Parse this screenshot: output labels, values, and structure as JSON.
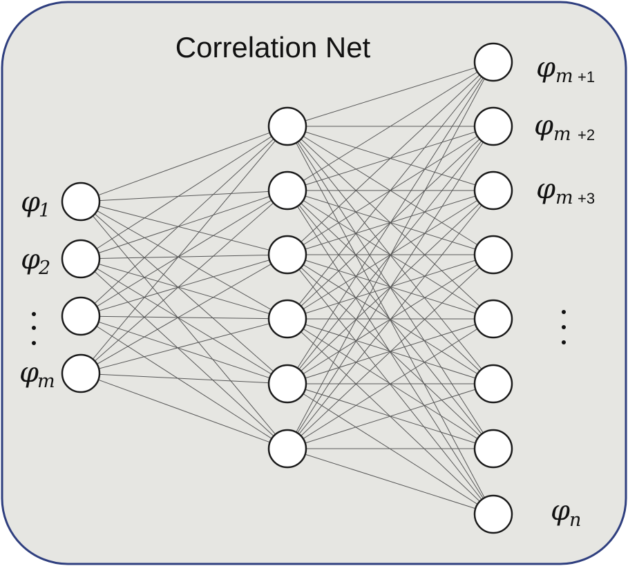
{
  "diagram": {
    "title": "Correlation Net",
    "background_color": "#e6e6e2",
    "border_color": "#2f3f7f",
    "input_labels": [
      {
        "symbol": "φ",
        "sub": "1",
        "sub_style": "italic"
      },
      {
        "symbol": "φ",
        "sub": "2",
        "sub_style": "italic"
      },
      {
        "symbol": "",
        "sub": "",
        "sub_style": "dots"
      },
      {
        "symbol": "φ",
        "sub": "m",
        "sub_style": "italic"
      }
    ],
    "output_labels": [
      {
        "symbol": "φ",
        "sub": "m",
        "suffix": "+1"
      },
      {
        "symbol": "φ",
        "sub": "m",
        "suffix": "+2"
      },
      {
        "symbol": "φ",
        "sub": "m",
        "suffix": "+3"
      },
      {
        "symbol": "",
        "sub": "",
        "suffix": "",
        "kind": "dots"
      },
      {
        "symbol": "φ",
        "sub": "n",
        "suffix": ""
      }
    ],
    "layers": {
      "input_nodes": 4,
      "hidden_nodes": 6,
      "output_nodes": 8
    },
    "connectivity": "fully-connected"
  }
}
